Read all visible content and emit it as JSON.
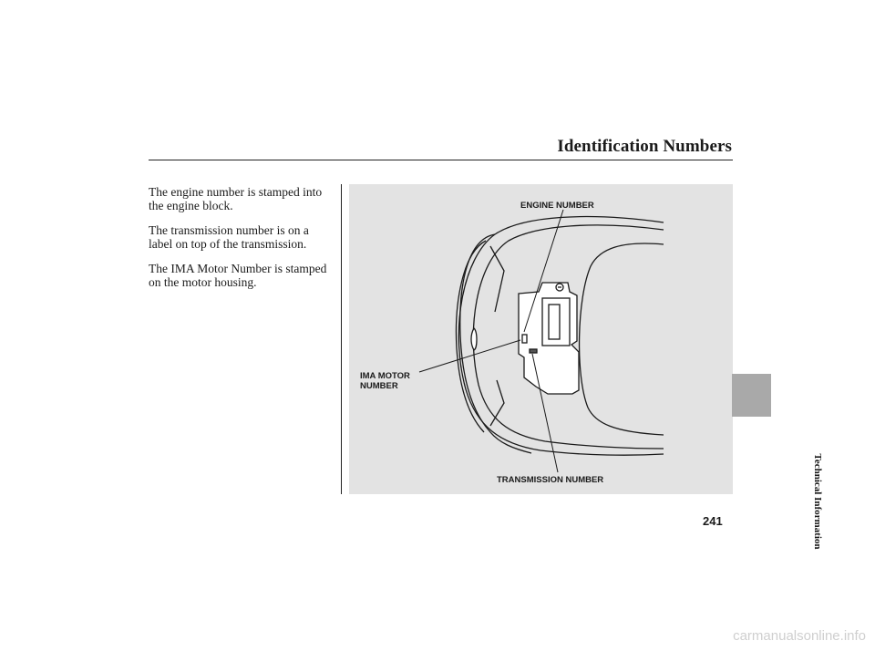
{
  "header": {
    "title": "Identification Numbers"
  },
  "body": {
    "paragraphs": [
      "The engine number is stamped into the engine block.",
      "The transmission number is on a label on top of the transmission.",
      "The IMA Motor Number is stamped on the motor housing."
    ]
  },
  "figure": {
    "labels": {
      "engine_number": "ENGINE NUMBER",
      "ima_motor_line1": "IMA MOTOR",
      "ima_motor_line2": "NUMBER",
      "transmission_number": "TRANSMISSION NUMBER"
    }
  },
  "side_tab": {
    "section": "Technical Information"
  },
  "footer": {
    "page_number": "241",
    "watermark": "carmanualsonline.info"
  }
}
